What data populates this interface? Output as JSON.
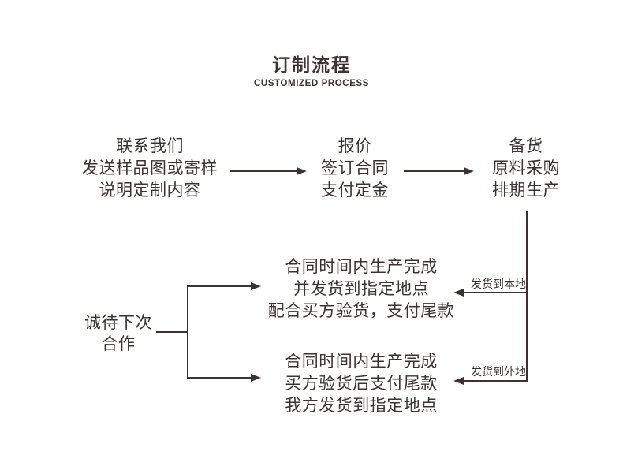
{
  "colors": {
    "ink": "#3a3331",
    "background": "#ffffff"
  },
  "header": {
    "title": "订制流程",
    "subtitle": "CUSTOMIZED PROCESS"
  },
  "steps": [
    {
      "lines": [
        "联系我们",
        "发送样品图或寄样",
        "说明定制内容"
      ]
    },
    {
      "lines": [
        "报价",
        "签订合同",
        "支付定金"
      ]
    },
    {
      "lines": [
        "备货",
        "原料采购",
        "排期生产"
      ]
    }
  ],
  "branches": [
    {
      "label": "发货到本地",
      "outcome": [
        "合同时间内生产完成",
        "并发货到指定地点",
        "配合买方验货，支付尾款"
      ]
    },
    {
      "label": "发货到外地",
      "outcome": [
        "合同时间内生产完成",
        "买方验货后支付尾款",
        "我方发货到指定地点"
      ]
    }
  ],
  "closing": {
    "lines": [
      "诚待下次",
      "合作"
    ]
  }
}
